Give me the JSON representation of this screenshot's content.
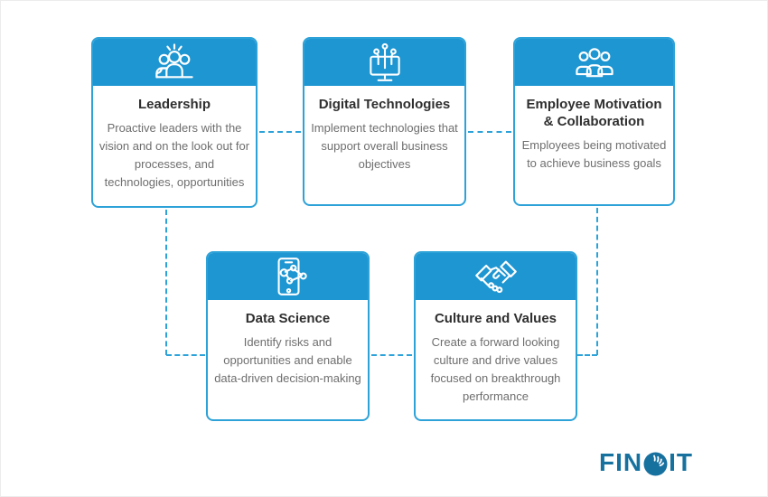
{
  "diagram": {
    "cards": [
      {
        "id": "leadership",
        "title": "Leadership",
        "description": "Proactive leaders with the vision and on the look out for processes, and technologies, opportunities",
        "icon": "team-leader-icon"
      },
      {
        "id": "digital-technologies",
        "title": "Digital Technologies",
        "description": "Implement technologies that support overall business objectives",
        "icon": "monitor-connections-icon"
      },
      {
        "id": "employee-motivation-collaboration",
        "title": "Employee Motivation & Collaboration",
        "description": "Employees being motivated to achieve business goals",
        "icon": "people-group-icon"
      },
      {
        "id": "data-science",
        "title": "Data Science",
        "description": "Identify risks and opportunities and enable data-driven decision-making",
        "icon": "mobile-analytics-icon"
      },
      {
        "id": "culture-and-values",
        "title": "Culture and Values",
        "description": "Create a forward looking culture and drive values focused on breakthrough performance",
        "icon": "handshake-icon"
      }
    ],
    "colors": {
      "header_blue": "#1e96d2",
      "border_blue": "#2da2d8",
      "connector_blue": "#2da2d8",
      "title_text": "#2f2f2f",
      "body_text": "#6e6e6e",
      "logo_blue": "#17719f"
    },
    "logo": {
      "full": "FINOIT",
      "prefix": "FIN",
      "suffix": "IT"
    }
  }
}
